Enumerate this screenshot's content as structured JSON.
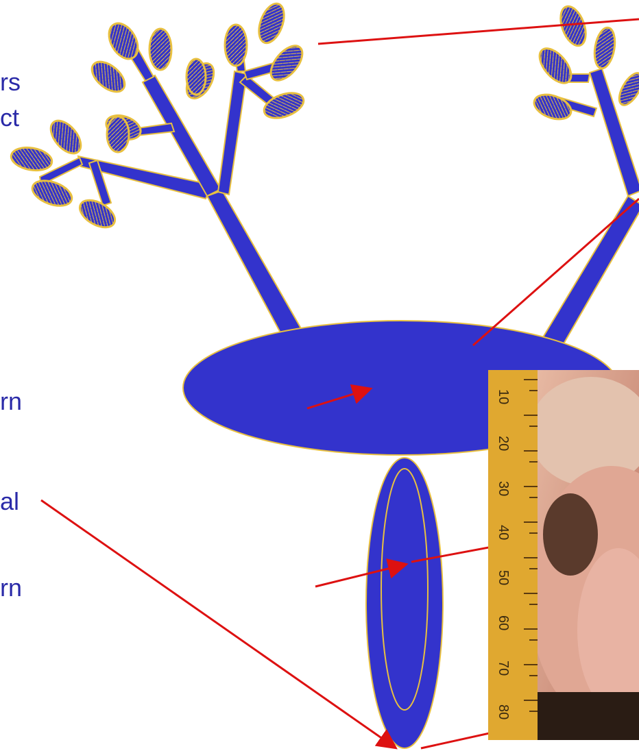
{
  "labels": {
    "top_left_line1": "rs",
    "top_left_line2": "ct",
    "cistern_upper": "rn",
    "cistern_lower": "rn",
    "teat_canal": "al"
  },
  "ruler_ticks": [
    "10",
    "20",
    "30",
    "40",
    "50",
    "60",
    "70",
    "80"
  ],
  "colors": {
    "gland": "#3333cc",
    "outline": "#e8c040",
    "arrow": "#dd1111",
    "text": "#2a2aa8"
  }
}
